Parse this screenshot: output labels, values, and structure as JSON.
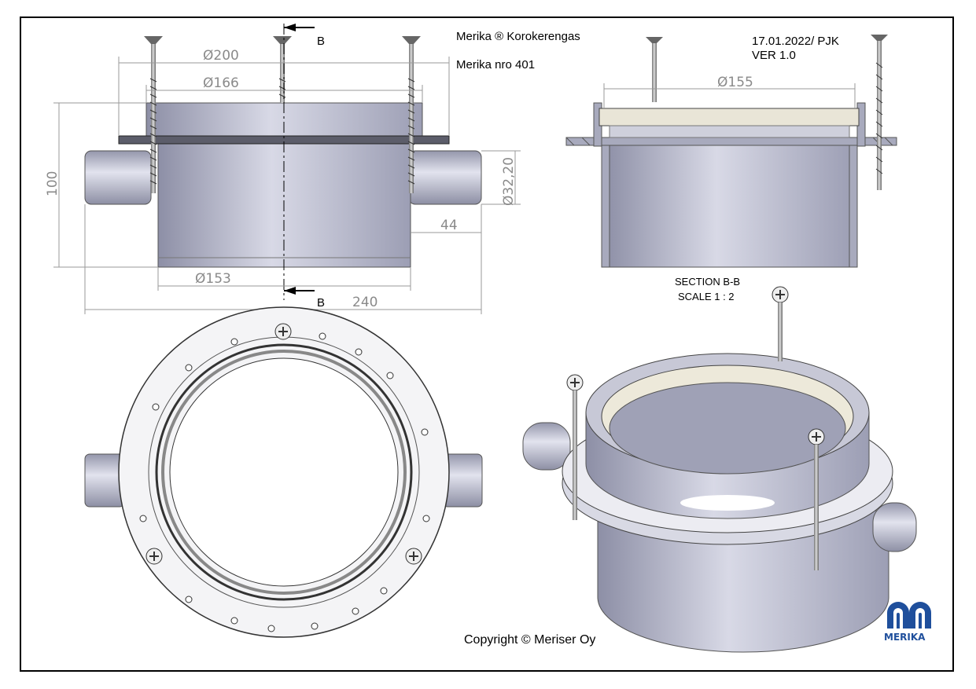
{
  "title": {
    "product": "Merika ® Korokerengas",
    "number": "Merika nro  401",
    "date": "17.01.2022/ PJK",
    "version": "VER 1.0"
  },
  "front_view": {
    "dims": {
      "d200": "Ø200",
      "d166": "Ø166",
      "d153": "Ø153",
      "w240": "240",
      "h100": "100",
      "d32": "Ø32,20",
      "l44": "44"
    },
    "section_marker_top": "B",
    "section_marker_bottom": "B"
  },
  "section_view": {
    "dim_d155": "Ø155",
    "label": "SECTION B-B",
    "scale": "SCALE 1 : 2"
  },
  "copyright": "Copyright © Meriser Oy",
  "logo": {
    "text": "MERIKA",
    "color": "#1f4f9c"
  }
}
